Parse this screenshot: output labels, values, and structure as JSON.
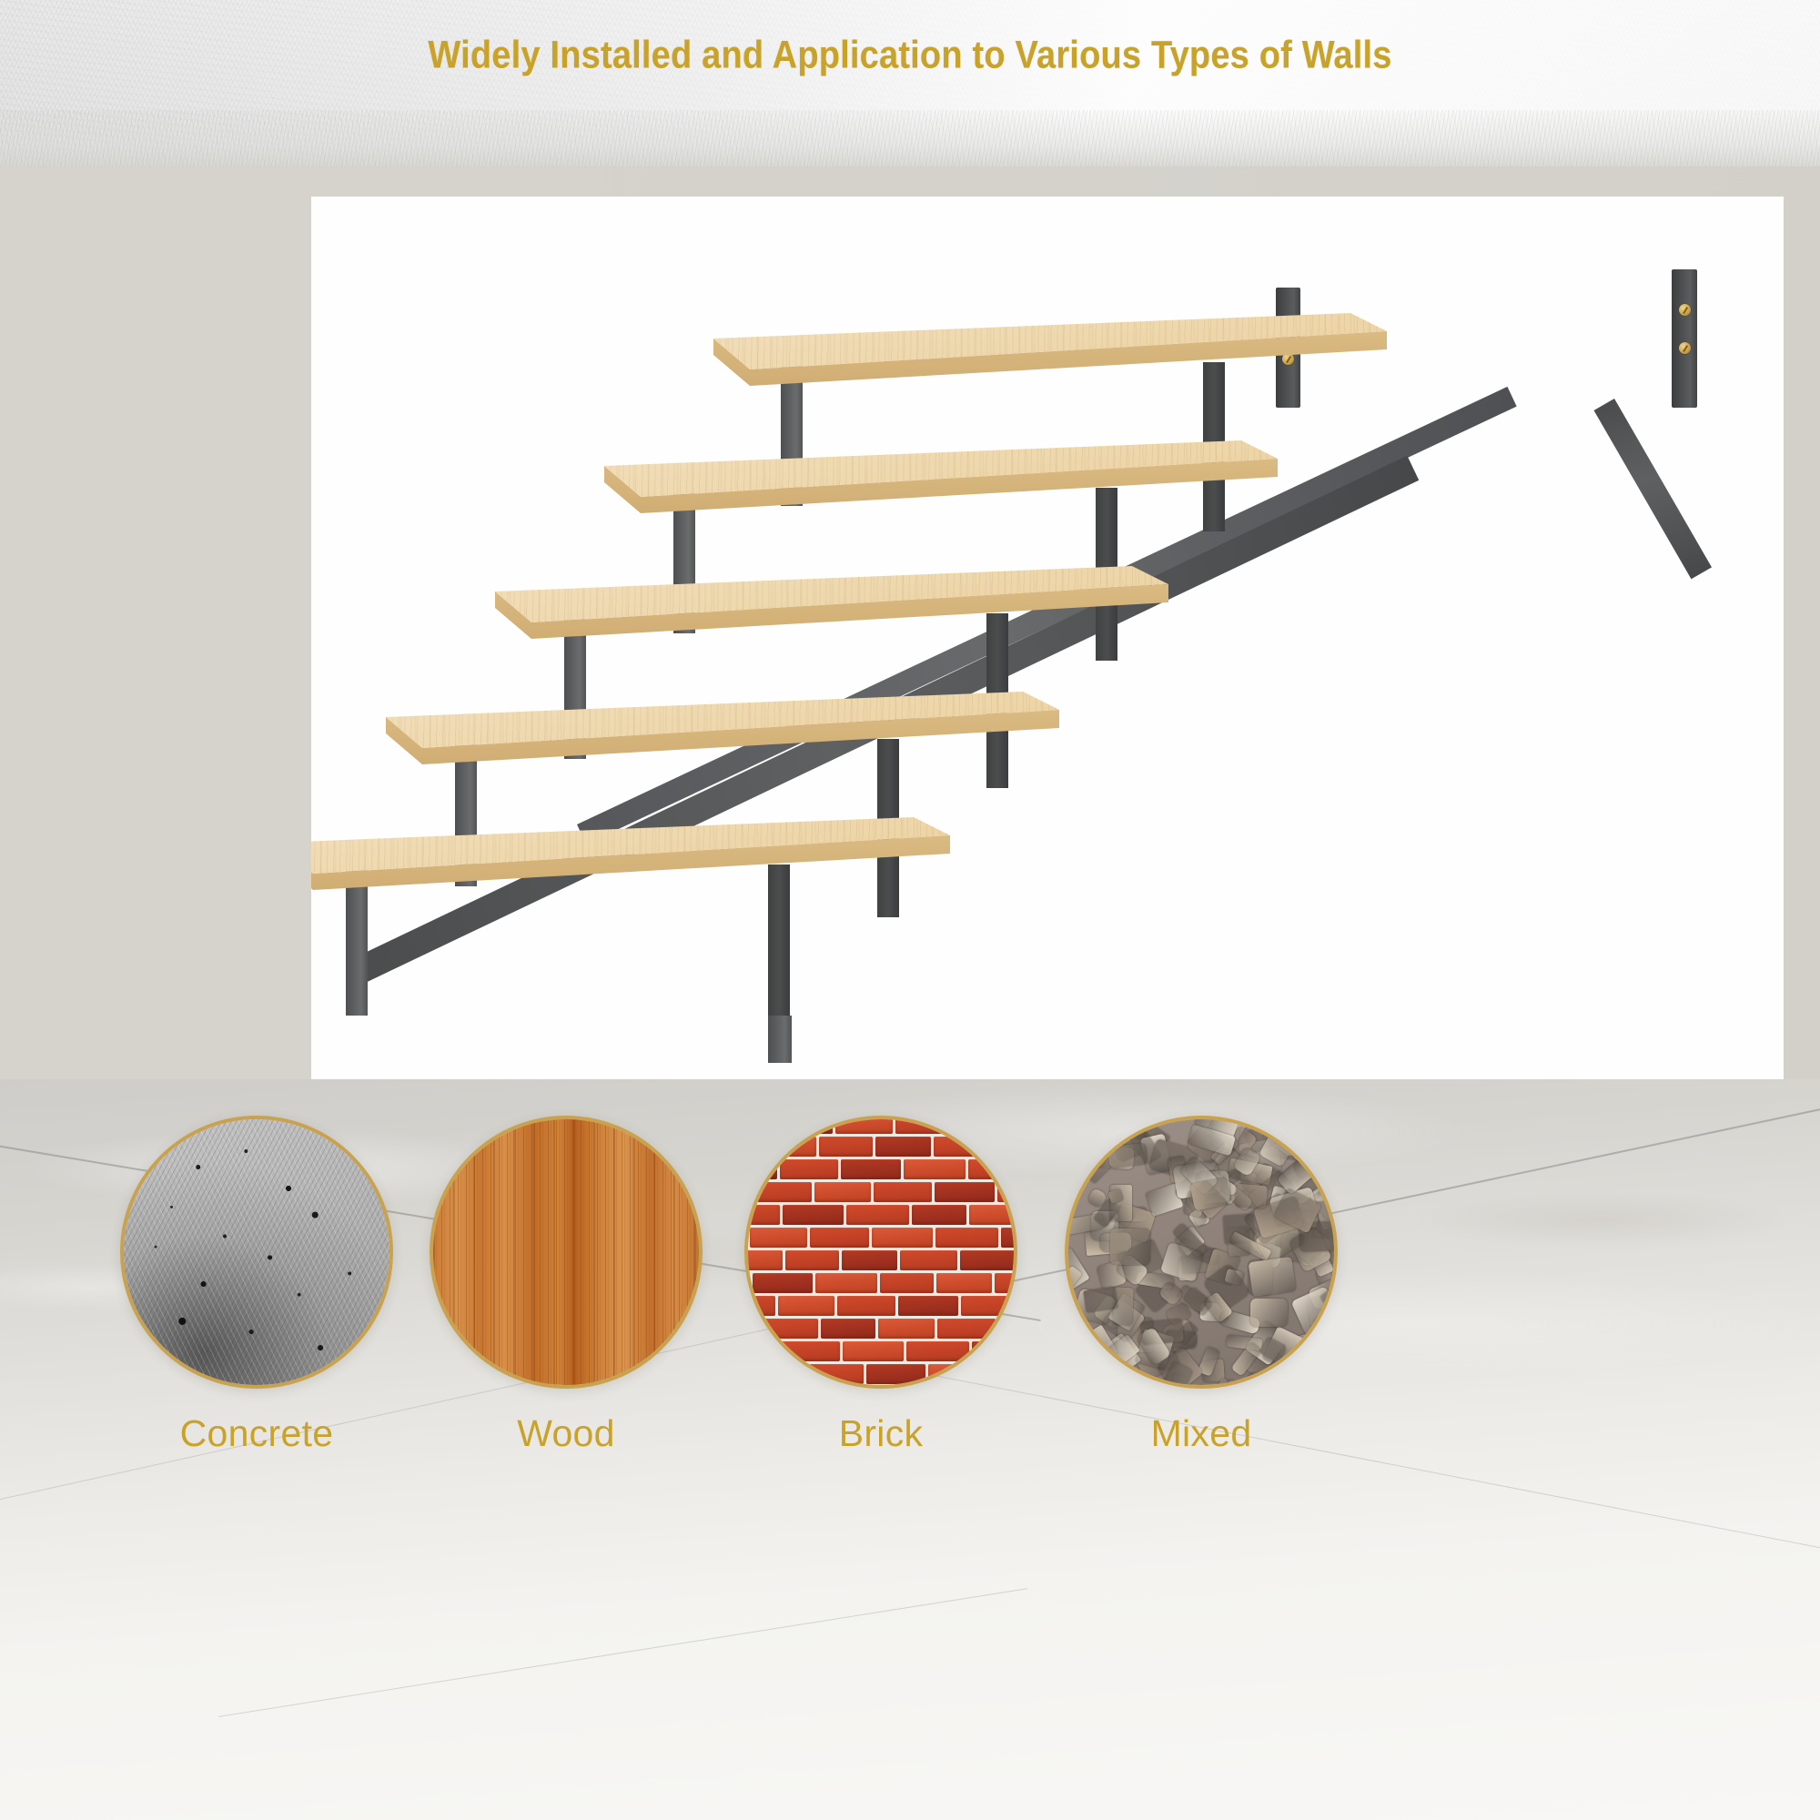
{
  "banner": {
    "title": "Widely Installed and Application to Various Types of Walls",
    "title_color": "#C9A22A",
    "background": "textured-concrete-wall"
  },
  "product_panel": {
    "background_color": "#FEFEFE",
    "mat_color": "#D5D2CC",
    "product_name": "wall-mounted-floating-stairs",
    "tread_count": 5,
    "tread_material": "light-maple-wood",
    "tread_color": "#EED7AC",
    "frame_material": "dark-gray-steel",
    "frame_color": "#525455",
    "screw_color": "#D4AD57",
    "wall_bracket_count": 2,
    "screws_per_bracket": 2
  },
  "floor": {
    "material": "gray-marble-tile",
    "base_color": "#EDEBE7"
  },
  "swatches": [
    {
      "label": "Concrete",
      "texture": "concrete-texture",
      "ring_color": "#C9A24F",
      "label_color": "#C9A22A"
    },
    {
      "label": "Wood",
      "texture": "wood-grain-texture",
      "ring_color": "#C9A24F",
      "label_color": "#C9A22A"
    },
    {
      "label": "Brick",
      "texture": "red-brick-texture",
      "ring_color": "#C9A24F",
      "label_color": "#C9A22A"
    },
    {
      "label": "Mixed",
      "texture": "mixed-stone-texture",
      "ring_color": "#C9A24F",
      "label_color": "#C9A22A"
    }
  ]
}
